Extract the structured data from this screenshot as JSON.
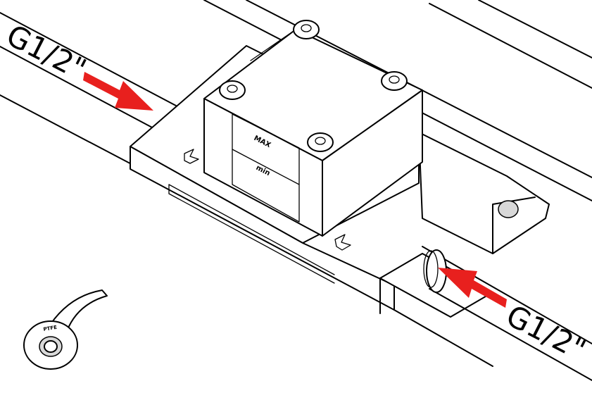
{
  "labels": {
    "inlet": "G1/2\"",
    "outlet": "G1/2\"",
    "max": "MAX",
    "min": "min",
    "tape": "PTFE"
  },
  "colors": {
    "arrow": "#e8201e",
    "line": "#000000",
    "background": "#ffffff"
  },
  "arrows": [
    {
      "name": "inlet-flow-arrow",
      "direction": "down-right"
    },
    {
      "name": "outlet-flow-arrow",
      "direction": "up-left"
    }
  ]
}
